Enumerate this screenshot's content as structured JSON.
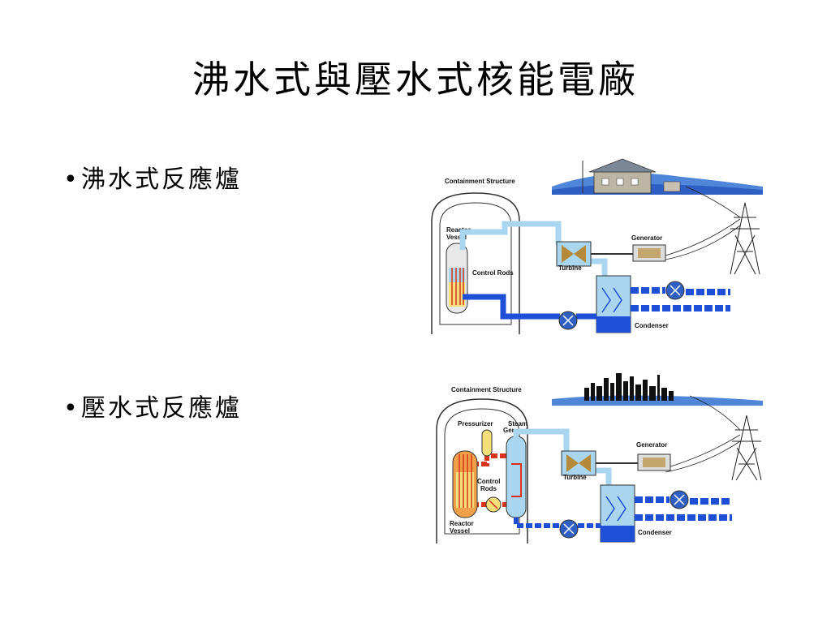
{
  "slide": {
    "title": "沸水式與壓水式核能電廠",
    "bullets": [
      {
        "marker": "•",
        "text": "沸水式反應爐"
      },
      {
        "marker": "•",
        "text": "壓水式反應爐"
      }
    ]
  },
  "bwr_diagram": {
    "containment": "Containment Structure",
    "reactor_vessel_line1": "Reactor",
    "reactor_vessel_line2": "Vessel",
    "control_rods": "Control Rods",
    "turbine": "Turbine",
    "generator": "Generator",
    "condenser": "Condenser"
  },
  "pwr_diagram": {
    "containment": "Containment Structure",
    "pressurizer": "Pressurizer",
    "steam_generator_line1": "Steam",
    "steam_generator_line2": "Generator",
    "control_rods_line1": "Control",
    "control_rods_line2": "Rods",
    "reactor_vessel_line1": "Reactor",
    "reactor_vessel_line2": "Vessel",
    "turbine": "Turbine",
    "generator": "Generator",
    "condenser": "Condenser"
  },
  "colors": {
    "water_blue": "#1f4fd6",
    "steam_light": "#a9d6ee",
    "hot_red": "#d8341c",
    "core_yellow": "#f3e07a"
  }
}
